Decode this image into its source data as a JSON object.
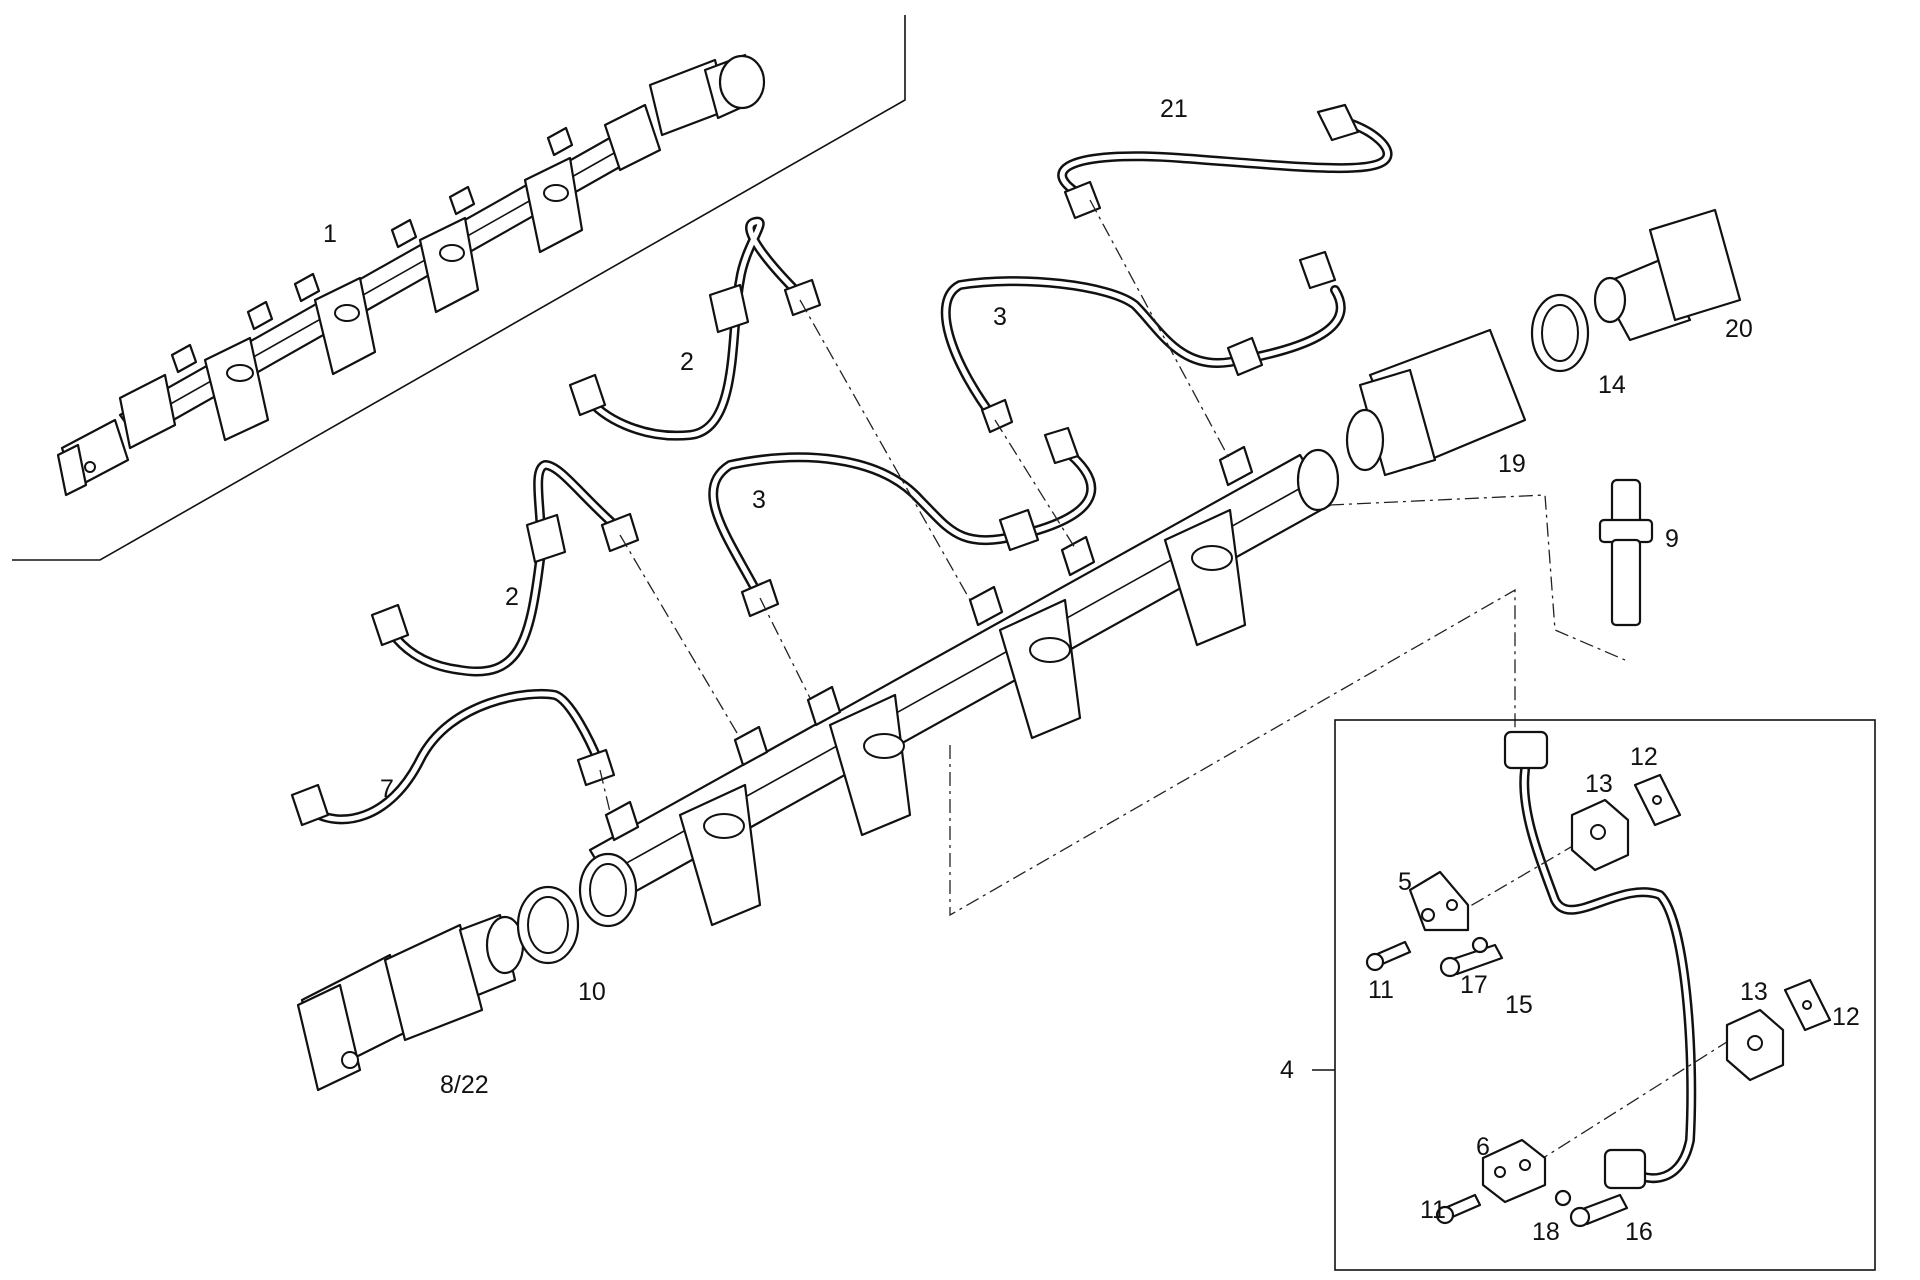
{
  "diagram": {
    "labels": {
      "p1": "1",
      "p2a": "2",
      "p2b": "2",
      "p3a": "3",
      "p3b": "3",
      "p4": "4",
      "p5": "5",
      "p6": "6",
      "p7": "7",
      "p8_22": "8/22",
      "p9": "9",
      "p10": "10",
      "p11a": "11",
      "p11b": "11",
      "p12a": "12",
      "p12b": "12",
      "p13a": "13",
      "p13b": "13",
      "p14": "14",
      "p15": "15",
      "p16": "16",
      "p17": "17",
      "p18": "18",
      "p19": "19",
      "p20": "20",
      "p21": "21"
    }
  }
}
